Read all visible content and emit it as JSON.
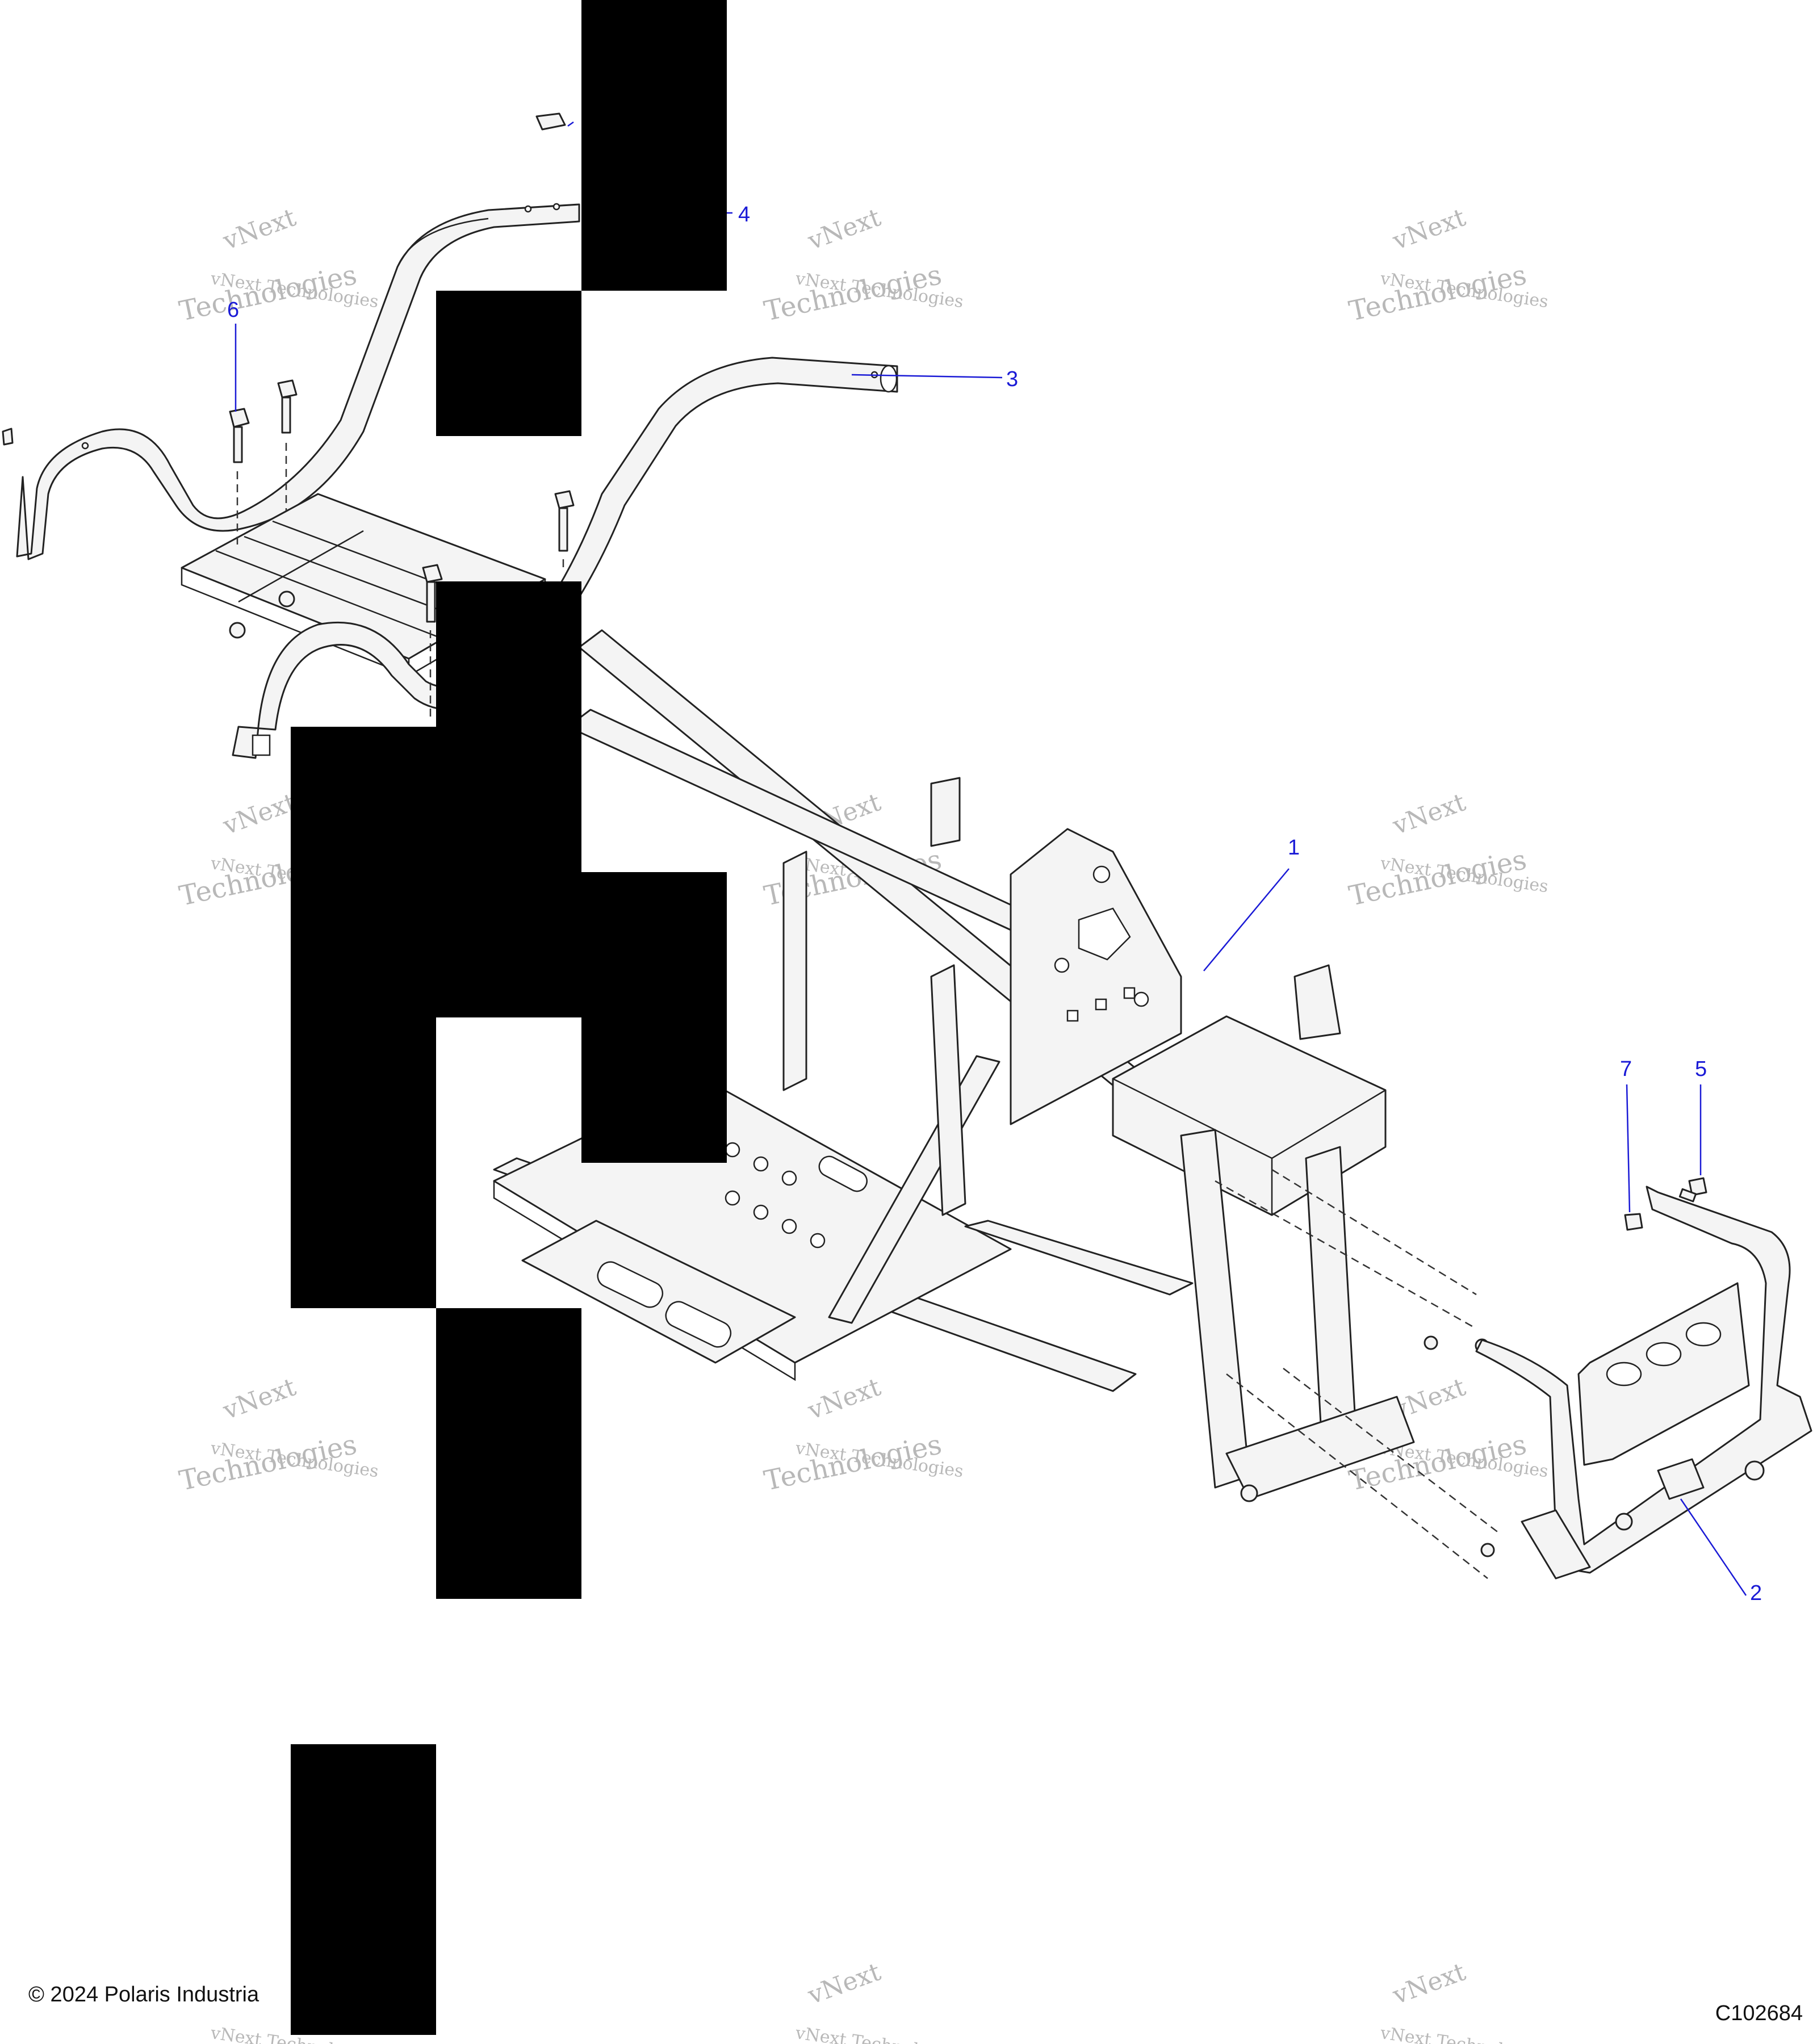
{
  "callouts": {
    "c1": "1",
    "c2": "2",
    "c3": "3",
    "c4": "4",
    "c5": "5",
    "c6": "6",
    "c7": "7"
  },
  "watermark": {
    "line1": "vNext",
    "line2": "vNext Technologies",
    "line3": "Technologies"
  },
  "footer": {
    "copyright": "© 2024 Polaris Industria",
    "figure_code": "C102684"
  },
  "colors": {
    "callout": "#1a1ad6",
    "watermark": "#b8b8b8",
    "redaction": "#000000"
  }
}
